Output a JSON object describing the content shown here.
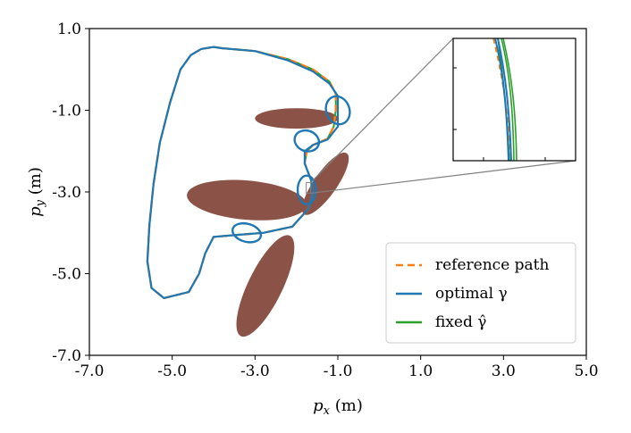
{
  "chart_data": {
    "type": "line",
    "xlabel_main": "p",
    "xlabel_sub": "x",
    "xlabel_unit": " (m)",
    "ylabel_main": "p",
    "ylabel_sub": "y",
    "ylabel_unit": " (m)",
    "xlim": [
      -7,
      5
    ],
    "ylim": [
      -7,
      1
    ],
    "x_ticks": [
      -7,
      -5,
      -3,
      -1,
      1,
      3,
      5
    ],
    "x_tick_labels": [
      "-7.0",
      "-5.0",
      "-3.0",
      "-1.0",
      "1.0",
      "3.0",
      "5.0"
    ],
    "y_ticks": [
      1,
      -1,
      -3,
      -5,
      -7
    ],
    "y_tick_labels": [
      "1.0",
      "-1.0",
      "-3.0",
      "-5.0",
      "-7.0"
    ],
    "grid": false,
    "legend_position": "lower-right",
    "colors": {
      "reference": "#ff7f0e",
      "optimal": "#1f77b4",
      "fixed": "#2ca02c",
      "obstacle": "#8b5347",
      "inset_connector": "#808080"
    },
    "obstacles": [
      {
        "cx": -2.0,
        "cy": -1.2,
        "rx": 1.0,
        "ry": 0.25,
        "angle_deg": 0
      },
      {
        "cx": -3.2,
        "cy": -3.2,
        "rx": 1.45,
        "ry": 0.48,
        "angle_deg": -5
      },
      {
        "cx": -1.3,
        "cy": -2.8,
        "rx": 0.9,
        "ry": 0.28,
        "angle_deg": 55
      },
      {
        "cx": -2.75,
        "cy": -5.3,
        "rx": 1.35,
        "ry": 0.42,
        "angle_deg": 64
      }
    ],
    "series": [
      {
        "name": "reference path",
        "style": "dashed",
        "x": [
          -3.8,
          -3.0,
          -2.2,
          -1.6,
          -1.2,
          -1.05,
          -1.05,
          -1.1,
          -1.25,
          -1.6,
          -1.75,
          -1.8,
          -1.65,
          -1.6,
          -1.7,
          -2.1,
          -2.8,
          -3.4,
          -4.0,
          -4.2,
          -4.35,
          -4.6,
          -5.2,
          -5.5,
          -5.6,
          -5.55,
          -5.45,
          -5.3,
          -5.05,
          -4.8,
          -4.55,
          -4.3,
          -4.0,
          -3.8
        ],
        "y": [
          0.52,
          0.45,
          0.25,
          0.0,
          -0.3,
          -0.6,
          -1.0,
          -1.4,
          -1.7,
          -1.85,
          -2.0,
          -2.3,
          -2.7,
          -3.0,
          -3.4,
          -3.85,
          -4.0,
          -4.05,
          -4.1,
          -4.5,
          -5.0,
          -5.45,
          -5.6,
          -5.35,
          -4.7,
          -3.8,
          -2.8,
          -1.8,
          -0.8,
          0.0,
          0.35,
          0.5,
          0.55,
          0.52
        ]
      },
      {
        "name": "optimal γ",
        "style": "solid",
        "x": [
          -3.8,
          -3.0,
          -2.2,
          -1.6,
          -1.2,
          -1.0,
          -1.0,
          -1.0,
          -1.25,
          -1.6,
          -1.8,
          -1.8,
          -1.65,
          -1.6,
          -1.7,
          -2.1,
          -2.8,
          -3.4,
          -4.0,
          -4.2,
          -4.35,
          -4.6,
          -5.2,
          -5.5,
          -5.6,
          -5.55,
          -5.45,
          -5.3,
          -5.05,
          -4.8,
          -4.55,
          -4.3,
          -4.0,
          -3.8
        ],
        "y": [
          0.52,
          0.45,
          0.22,
          -0.05,
          -0.35,
          -0.65,
          -1.0,
          -1.4,
          -1.72,
          -1.85,
          -2.0,
          -2.3,
          -2.7,
          -3.0,
          -3.4,
          -3.85,
          -4.0,
          -4.05,
          -4.1,
          -4.5,
          -5.0,
          -5.45,
          -5.6,
          -5.35,
          -4.7,
          -3.8,
          -2.8,
          -1.8,
          -0.8,
          0.0,
          0.35,
          0.5,
          0.55,
          0.52
        ]
      }
    ],
    "legend": [
      {
        "label": "reference path",
        "series": "reference"
      },
      {
        "label": "optimal γ",
        "series": "optimal"
      },
      {
        "label": "fixed γ̂",
        "series": "fixed"
      }
    ]
  }
}
